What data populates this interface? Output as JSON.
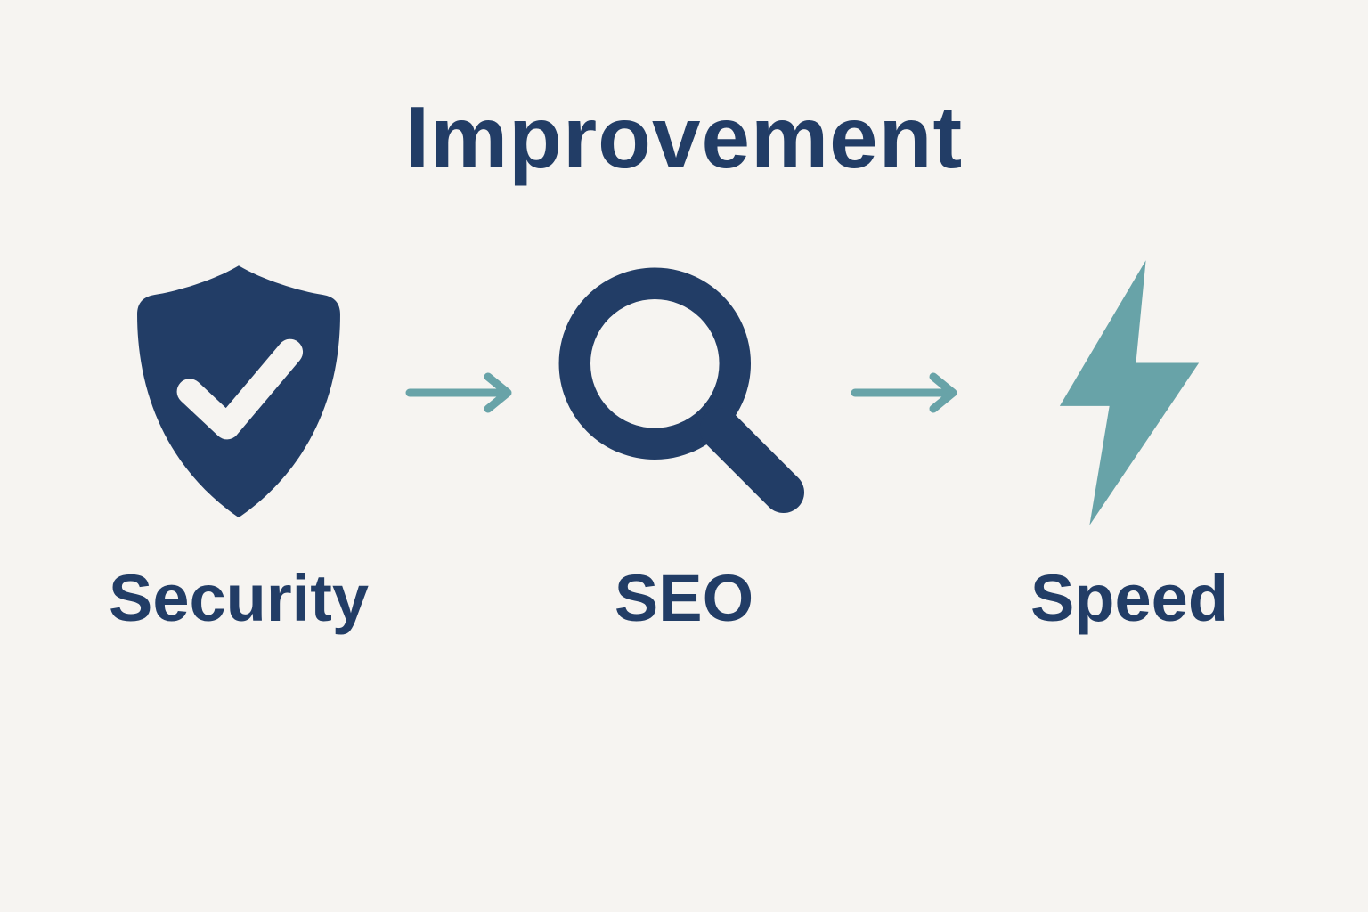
{
  "title": "Improvement",
  "steps": [
    {
      "label": "Security",
      "icon": "shield-check-icon"
    },
    {
      "label": "SEO",
      "icon": "search-icon"
    },
    {
      "label": "Speed",
      "icon": "lightning-bolt-icon"
    }
  ],
  "arrows": [
    {
      "icon": "arrow-right-icon"
    },
    {
      "icon": "arrow-right-icon"
    }
  ],
  "colors": {
    "navy": "#223d66",
    "teal": "#68a3a8",
    "background": "#f6f4f1",
    "check": "#f6f4f1"
  }
}
